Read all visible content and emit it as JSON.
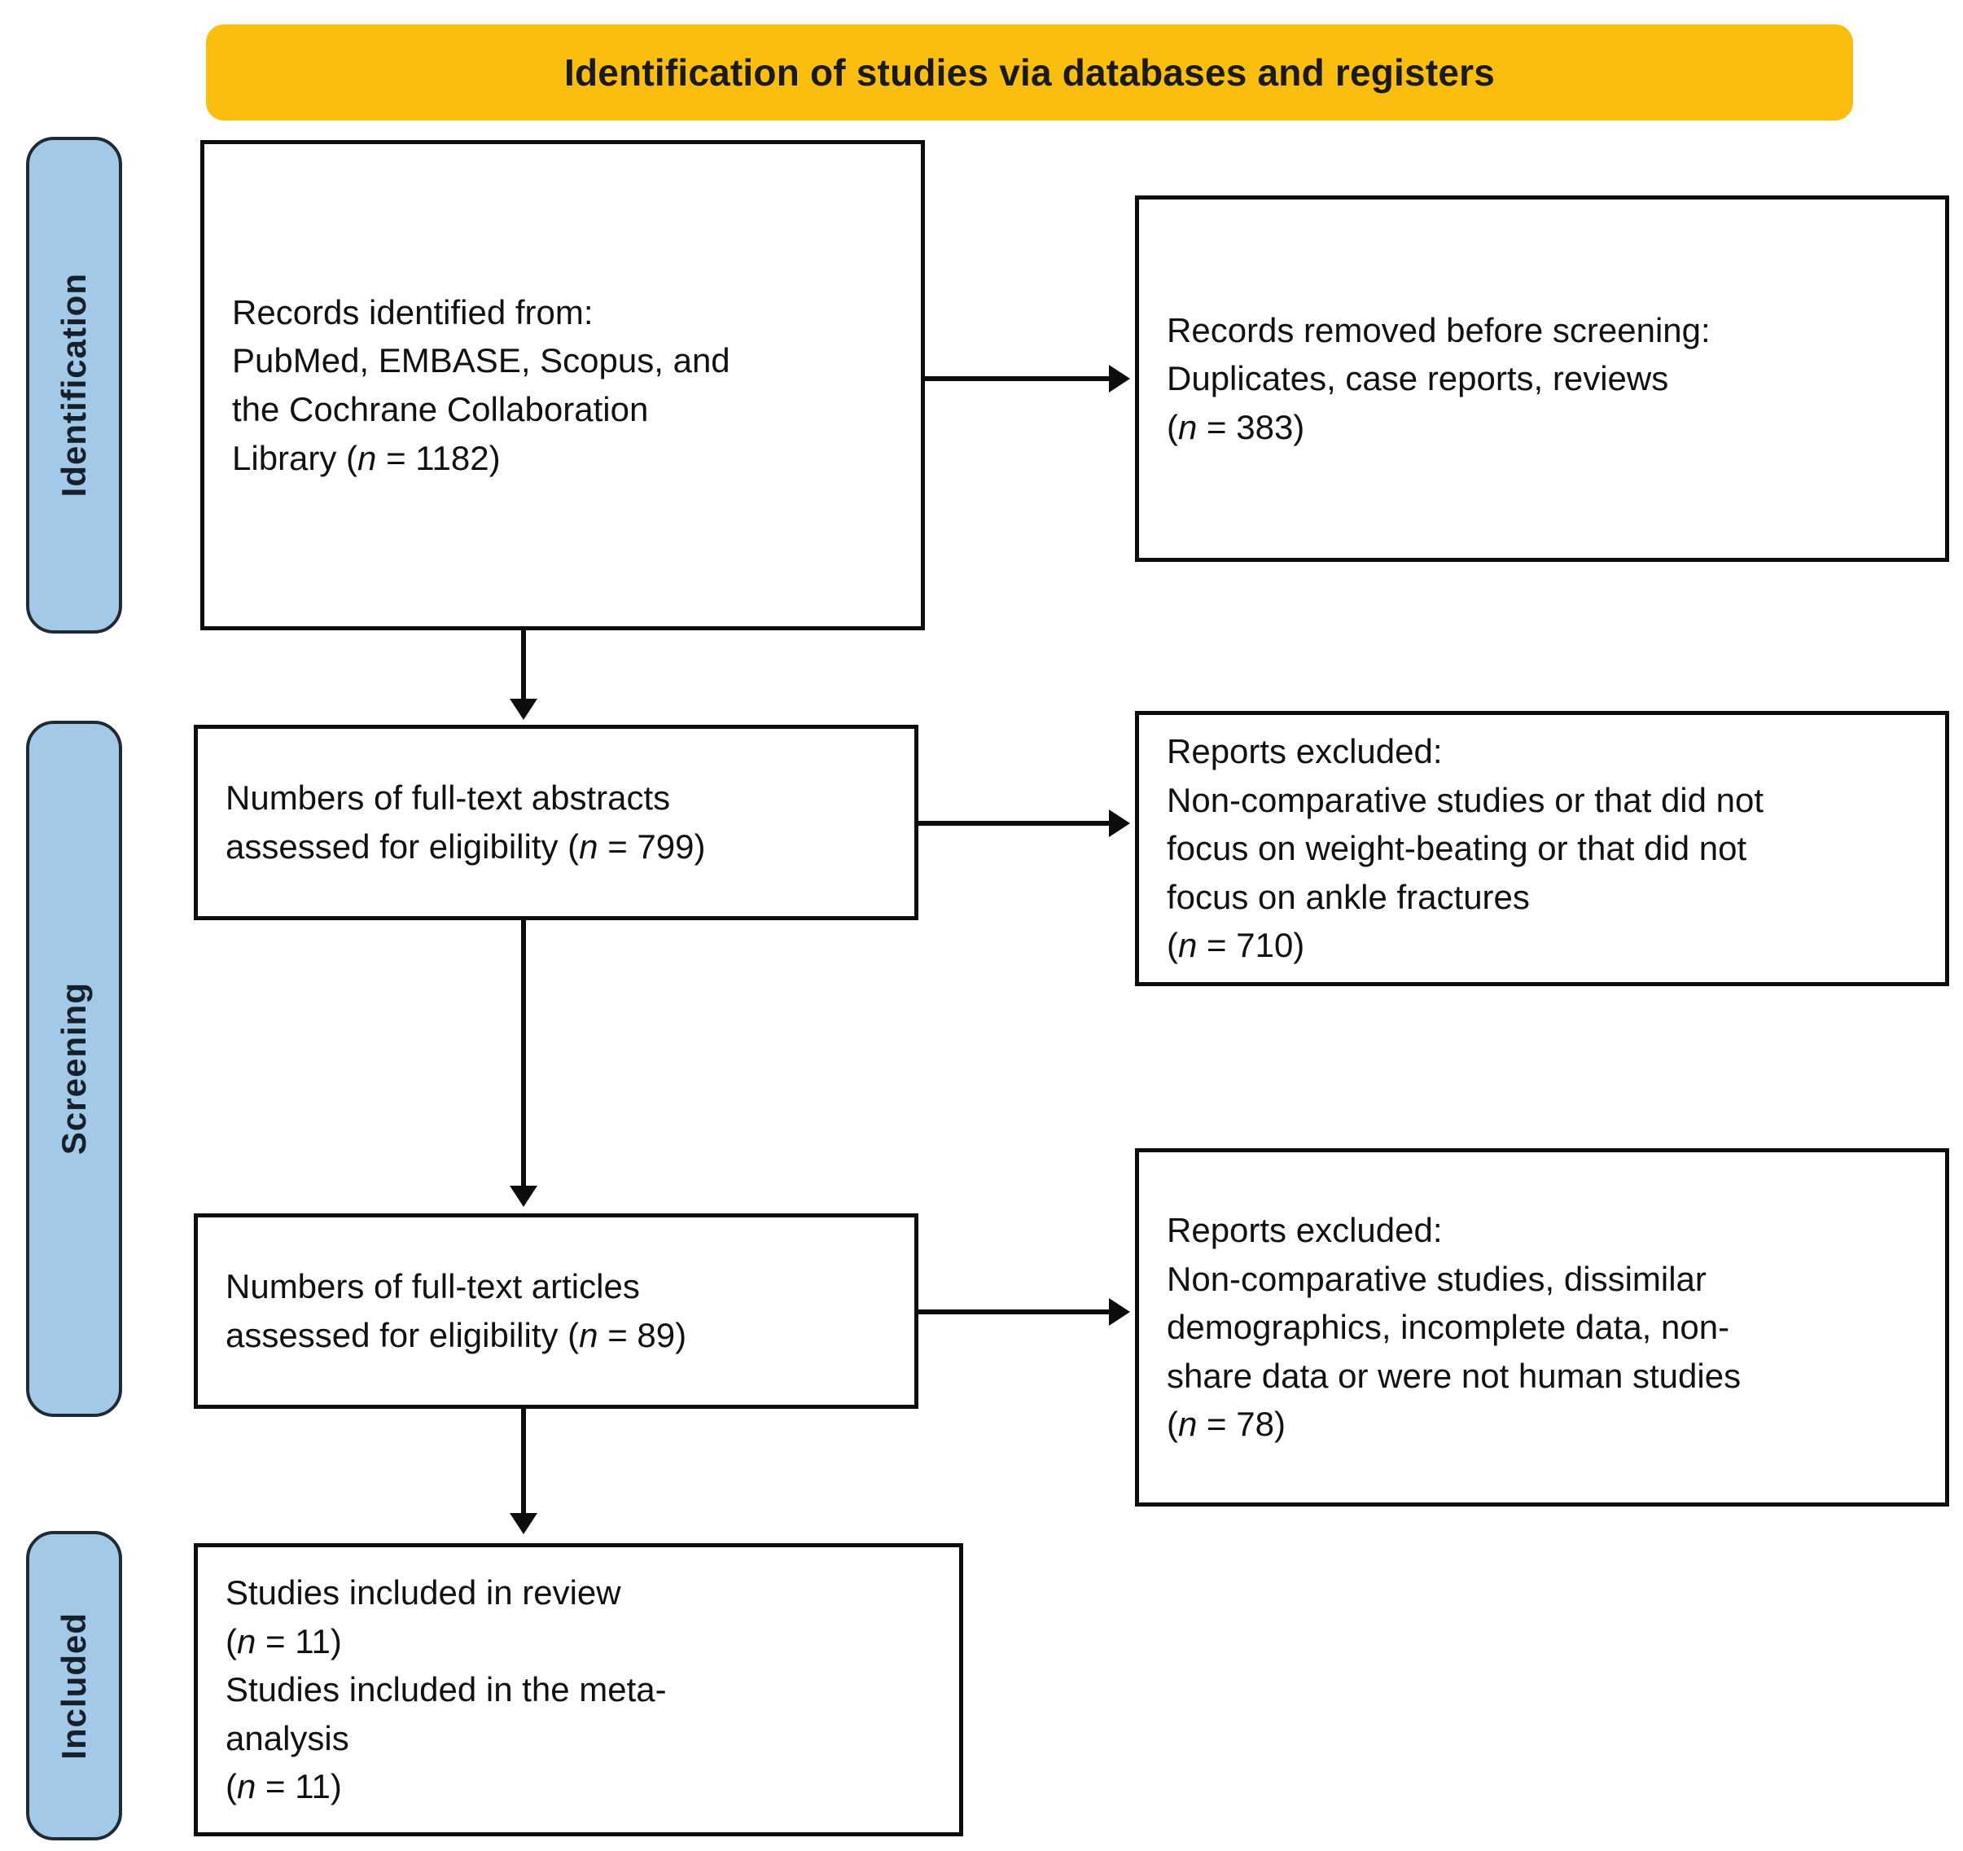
{
  "banner": {
    "title": "Identification of studies via databases and registers",
    "color": "#FABE10"
  },
  "stages": {
    "color": "#A3C9E9",
    "identification": "Identification",
    "screening": "Screening",
    "included": "Included"
  },
  "boxes": {
    "identified": "Records identified from:\nPubMed, EMBASE, Scopus, and\nthe Cochrane Collaboration\nLibrary (n = 1182)",
    "removed": "Records removed before screening:\nDuplicates, case reports, reviews\n(n = 383)",
    "abstracts": "Numbers of full-text abstracts\nassessed for eligibility (n = 799)",
    "excluded_1": "Reports excluded:\nNon-comparative studies or that did not\nfocus on weight-beating or that did not\nfocus on ankle fractures\n(n = 710)",
    "articles": "Numbers of full-text articles\nassessed for eligibility (n = 89)",
    "excluded_2": "Reports excluded:\nNon-comparative studies, dissimilar\ndemographics, incomplete data, non-\nshare data or were not human studies\n(n = 78)",
    "included": "Studies included in review\n(n = 11)\nStudies included in the meta-\nanalysis\n(n = 11)"
  },
  "chart_data": {
    "type": "diagram",
    "title": "PRISMA flow diagram",
    "nodes": [
      {
        "id": "identified",
        "stage": "Identification",
        "label": "Records identified from: PubMed, EMBASE, Scopus, and the Cochrane Collaboration Library",
        "n": 1182
      },
      {
        "id": "removed",
        "stage": "Identification",
        "label": "Records removed before screening: Duplicates, case reports, reviews",
        "n": 383
      },
      {
        "id": "abstracts",
        "stage": "Screening",
        "label": "Numbers of full-text abstracts assessed for eligibility",
        "n": 799
      },
      {
        "id": "excluded_1",
        "stage": "Screening",
        "label": "Reports excluded: Non-comparative studies or that did not focus on weight-beating or that did not focus on ankle fractures",
        "n": 710
      },
      {
        "id": "articles",
        "stage": "Screening",
        "label": "Numbers of full-text articles assessed for eligibility",
        "n": 89
      },
      {
        "id": "excluded_2",
        "stage": "Screening",
        "label": "Reports excluded: Non-comparative studies, dissimilar demographics, incomplete data, non-share data or were not human studies",
        "n": 78
      },
      {
        "id": "included_review",
        "stage": "Included",
        "label": "Studies included in review",
        "n": 11
      },
      {
        "id": "included_metaanal",
        "stage": "Included",
        "label": "Studies included in the meta-analysis",
        "n": 11
      }
    ],
    "edges": [
      {
        "from": "identified",
        "to": "removed",
        "direction": "right"
      },
      {
        "from": "identified",
        "to": "abstracts",
        "direction": "down"
      },
      {
        "from": "abstracts",
        "to": "excluded_1",
        "direction": "right"
      },
      {
        "from": "abstracts",
        "to": "articles",
        "direction": "down"
      },
      {
        "from": "articles",
        "to": "excluded_2",
        "direction": "right"
      },
      {
        "from": "articles",
        "to": "included_review",
        "direction": "down"
      }
    ]
  }
}
